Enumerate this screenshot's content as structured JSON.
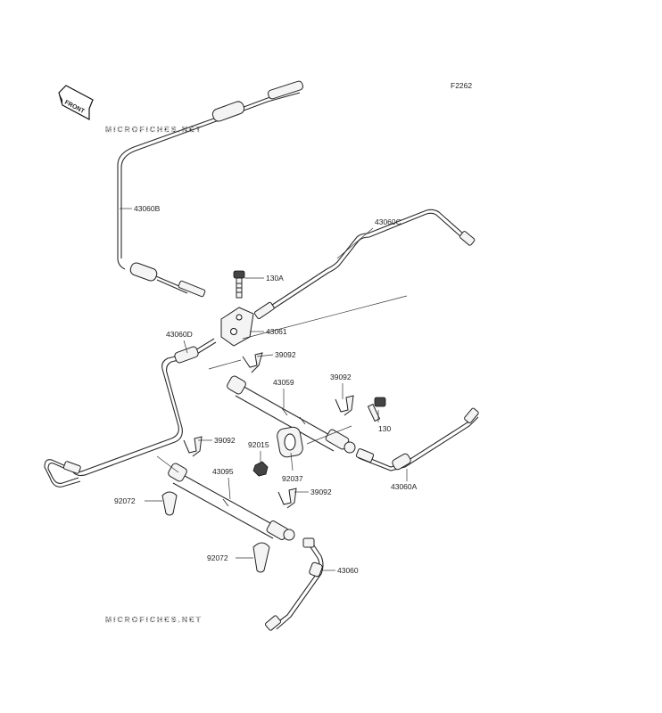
{
  "figure_code": "F2262",
  "watermark": "MICROFICHES.NET",
  "front_label": "FRONT",
  "callouts": {
    "p43060B": "43060B",
    "p43060C": "43060C",
    "p130A": "130A",
    "p43061": "43061",
    "p43060D": "43060D",
    "p39092_a": "39092",
    "p43059": "43059",
    "p39092_b": "39092",
    "p130": "130",
    "p39092_c": "39092",
    "p92015": "92015",
    "p43095": "43095",
    "p92037": "92037",
    "p43060A": "43060A",
    "p92072_a": "92072",
    "p39092_d": "39092",
    "p92072_b": "92072",
    "p43060": "43060"
  }
}
